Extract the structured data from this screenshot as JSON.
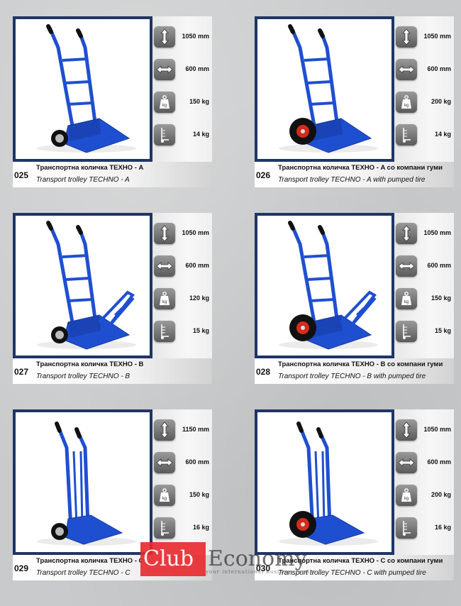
{
  "products": [
    {
      "num": "025",
      "title_mk": "Транспортна количка ТЕХНО - A",
      "title_en": "Transport trolley TECHNO - A",
      "height": "1050 mm",
      "width": "600 mm",
      "capacity": "150 kg",
      "weight": "14 kg",
      "model": "A",
      "wheel": "solid"
    },
    {
      "num": "026",
      "title_mk": "Транспортна количка ТЕХНО - A со компани гуми",
      "title_en": "Transport trolley TECHNO - A with pumped tire",
      "height": "1050 mm",
      "width": "600 mm",
      "capacity": "200 kg",
      "weight": "14 kg",
      "model": "A",
      "wheel": "pumped"
    },
    {
      "num": "027",
      "title_mk": "Транспортна количка ТЕХНО - B",
      "title_en": "Transport trolley TECHNO - B",
      "height": "1050 mm",
      "width": "600 mm",
      "capacity": "120 kg",
      "weight": "15 kg",
      "model": "B",
      "wheel": "solid"
    },
    {
      "num": "028",
      "title_mk": "Транспортна количка ТЕХНО - B со компани гуми",
      "title_en": "Transport trolley TECHNO - B with pumped tire",
      "height": "1050 mm",
      "width": "600 mm",
      "capacity": "150 kg",
      "weight": "15 kg",
      "model": "B",
      "wheel": "pumped"
    },
    {
      "num": "029",
      "title_mk": "Транспортна количка ТЕХНО - C",
      "title_en": "Transport trolley TECHNO - C",
      "height": "1150 mm",
      "width": "600 mm",
      "capacity": "150 kg",
      "weight": "16 kg",
      "model": "C",
      "wheel": "solid"
    },
    {
      "num": "030",
      "title_mk": "Транспортна количка ТЕХНО - C со компани гуми",
      "title_en": "Transport trolley TECHNO - C with pumped tire",
      "height": "1050 mm",
      "width": "600 mm",
      "capacity": "200 kg",
      "weight": "16 kg",
      "model": "C",
      "wheel": "pumped"
    }
  ],
  "icons": [
    "height-arrows-icon",
    "width-arrows-icon",
    "kg-weight-icon",
    "trolley-icon"
  ],
  "colors": {
    "frame": "#1f3566",
    "trolley": "#1f4fd1",
    "tire_rim": "#d62a1e",
    "watermark_red": "#e8282d"
  },
  "watermark": {
    "club": "Club",
    "economy": "Economy",
    "tagline": "your international business family"
  }
}
